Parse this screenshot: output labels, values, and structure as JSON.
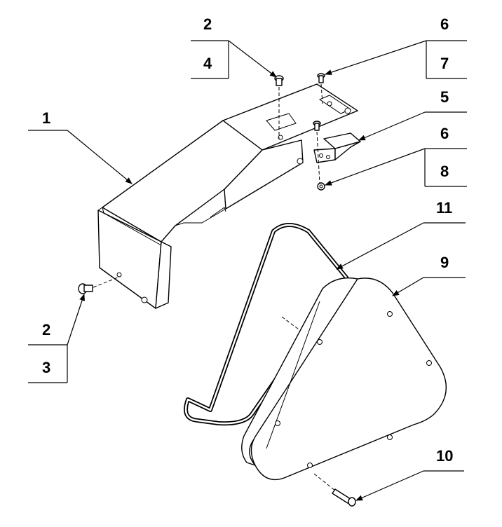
{
  "callouts": {
    "c1": "1",
    "c2_top": "2",
    "c4": "4",
    "c6_top": "6",
    "c7": "7",
    "c5": "5",
    "c6_mid": "6",
    "c8": "8",
    "c11": "11",
    "c9": "9",
    "c2_bottom": "2",
    "c3": "3",
    "c10": "10"
  }
}
